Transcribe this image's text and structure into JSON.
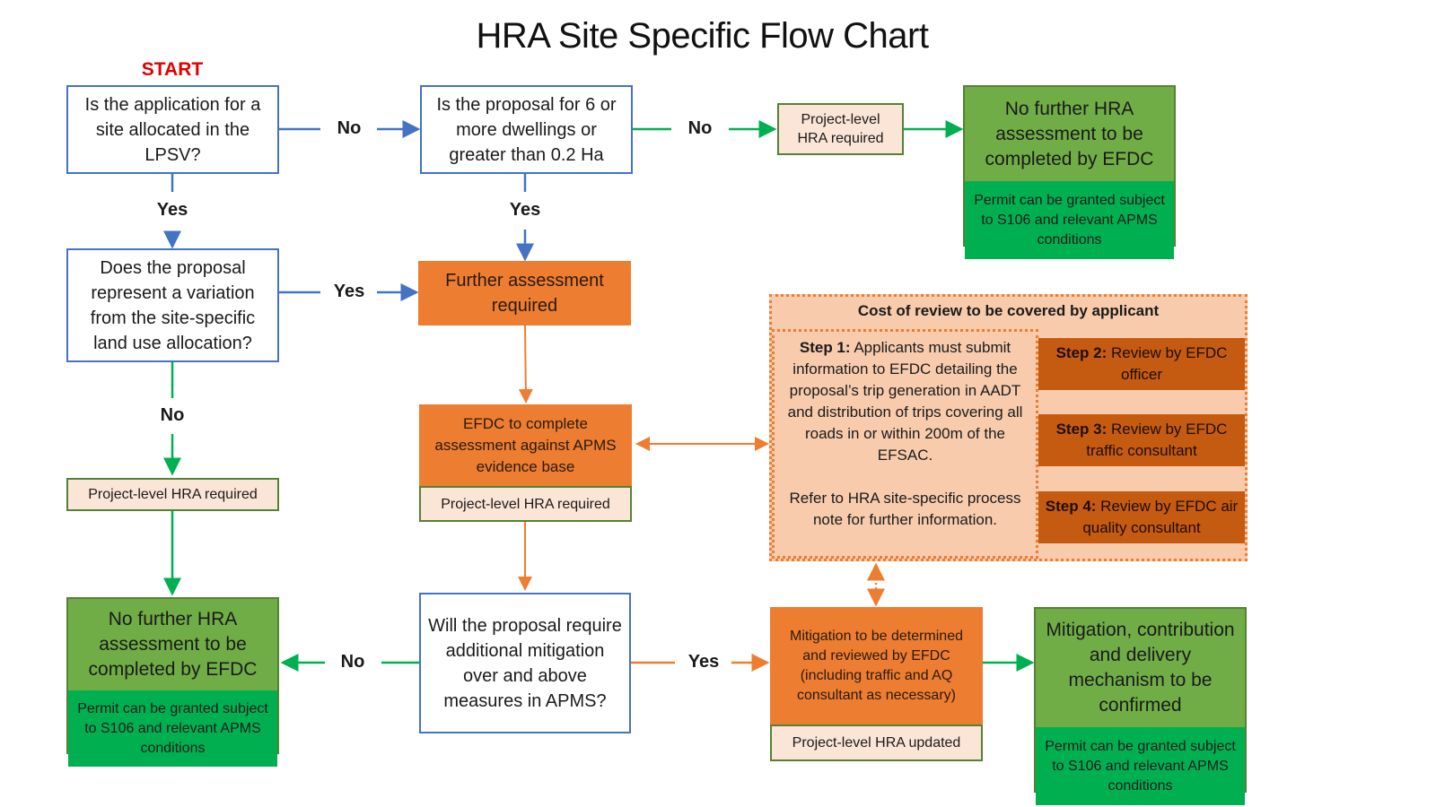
{
  "title": "HRA Site Specific Flow Chart",
  "start_label": "START",
  "nodes": {
    "q1": "Is the application for a site allocated in the LPSV?",
    "q2": "Is the proposal for 6 or more dwellings or greater than 0.2 Ha",
    "q3": "Does the proposal represent a variation from the site-specific land use allocation?",
    "q4": "Will the proposal require additional mitigation over and above measures in APMS?",
    "project_level_top": "Project-level HRA required",
    "project_level_left": "Project-level HRA required",
    "further_assessment": "Further assessment required",
    "efdc_complete": "EFDC to complete assessment against APMS evidence base",
    "efdc_complete_sub": "Project-level HRA required",
    "mitigation_determined": "Mitigation to be determined and reviewed by EFDC (including traffic and AQ consultant as necessary)",
    "mitigation_determined_sub": "Project-level HRA updated",
    "outcome_top_right": {
      "main": "No further HRA assessment to be completed by EFDC",
      "sub": "Permit can be granted subject to S106 and relevant APMS conditions"
    },
    "outcome_bottom_left": {
      "main": "No further HRA assessment to be completed by EFDC",
      "sub": "Permit can be granted subject to S106 and relevant APMS conditions"
    },
    "outcome_bottom_right": {
      "main": "Mitigation, contribution and delivery mechanism to be confirmed",
      "sub": "Permit can be granted subject to S106 and relevant APMS conditions"
    }
  },
  "cost_panel": {
    "heading": "Cost of review to be covered by applicant",
    "step1": {
      "label": "Step 1:",
      "text": " Applicants must submit information to EFDC detailing the proposal’s trip generation in AADT and distribution of trips covering all roads in or within 200m of the EFSAC.",
      "note": "Refer to HRA site-specific process note for further information."
    },
    "steps": [
      {
        "label": "Step 2:",
        "text": " Review by EFDC officer"
      },
      {
        "label": "Step 3:",
        "text": " Review by EFDC traffic consultant"
      },
      {
        "label": "Step 4:",
        "text": " Review by EFDC air quality consultant"
      }
    ]
  },
  "edge_labels": {
    "q1_no": "No",
    "q1_yes": "Yes",
    "q2_no": "No",
    "q2_yes": "Yes",
    "q3_yes": "Yes",
    "q3_no": "No",
    "q4_no": "No",
    "q4_yes": "Yes"
  },
  "colors": {
    "blue": "#4472c4",
    "green": "#00b050",
    "orange": "#ed7d31",
    "dark_orange": "#c55a11",
    "peach": "#fbe5d6",
    "light_green": "#70ad47",
    "start_red": "#e00000"
  }
}
